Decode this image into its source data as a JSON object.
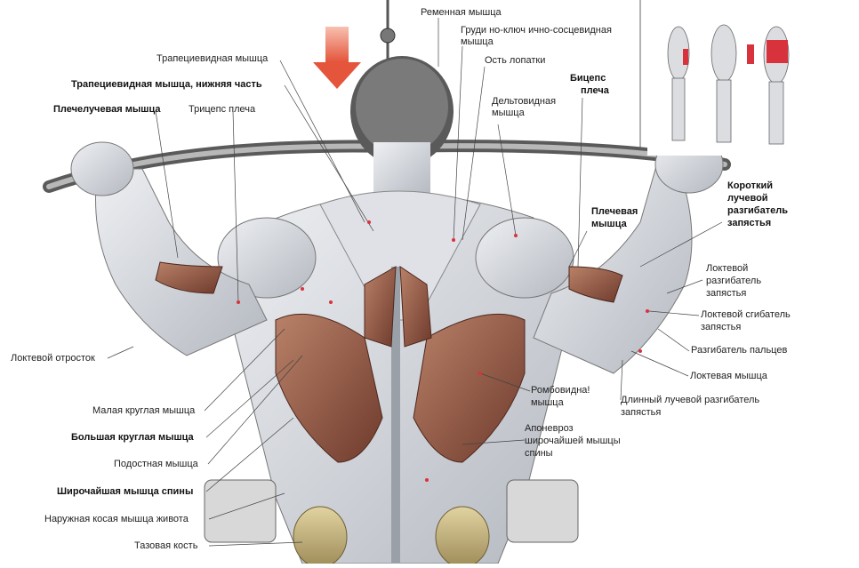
{
  "labels_left": {
    "trapezius": "Трапециевидная мышца",
    "trapezius_lower": "Трапециевидная мышца, нижняя часть",
    "brachioradialis": "Плечелучевая мышца",
    "triceps": "Трицепс плеча",
    "olecranon": "Локтевой отросток",
    "teres_minor": "Малая круглая мышца",
    "teres_major": "Большая круглая мышца",
    "infraspinatus": "Подостная мышца",
    "latissimus": "Широчайшая мышца спины",
    "external_oblique": "Наружная косая мышца живота",
    "pelvis": "Тазовая кость"
  },
  "labels_top": {
    "splenius": "Ременная мышца",
    "sternocleido_1": "Груди но-ключ ично-сосцевидная",
    "sternocleido_2": "мышца",
    "scapular_spine": "Ость лопатки",
    "deltoid_1": "Дельтовидная",
    "deltoid_2": "мышца",
    "biceps_1": "Бицепс",
    "biceps_2": "плеча"
  },
  "labels_right": {
    "brachialis_1": "Плечевая",
    "brachialis_2": "мышца",
    "ecrb_1": "Короткий",
    "ecrb_2": "лучевой",
    "ecrb_3": "разгибатель",
    "ecrb_4": "запястья",
    "ecu_1": "Локтевой",
    "ecu_2": "разгибатель",
    "ecu_3": "запястья",
    "fcu_1": "Локтевой сгибатель",
    "fcu_2": "запястья",
    "ext_digitorum": "Разгибатель пальцев",
    "anconeus": "Локтевая мышца",
    "ecrl_1": "Длинный лучевой разгибатель",
    "ecrl_2": "запястья",
    "rhomboid_1": "Ромбовидна!",
    "rhomboid_2": "мышца",
    "aponeurosis_1": "Апоневроз",
    "aponeurosis_2": "широчайшей мышцы",
    "aponeurosis_3": "спины"
  },
  "colors": {
    "muscle_light": "#e3e4e8",
    "muscle_shade": "#b9bcc4",
    "muscle_red": "#8a5040",
    "muscle_red_light": "#b07a62",
    "bone": "#c9b886",
    "arrow": "#e86a50",
    "leader": "#444444",
    "highlight": "#d8323c"
  }
}
